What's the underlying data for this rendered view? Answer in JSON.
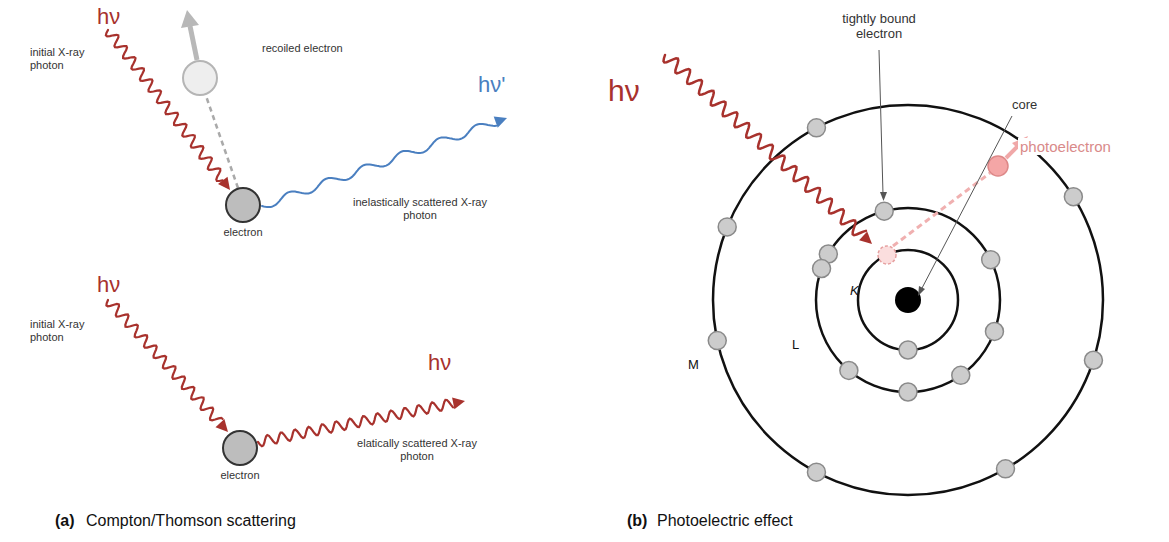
{
  "diagram": {
    "labels": [
      "hν",
      "initial X-ray photon",
      "recoiled electron",
      "hν'",
      "inelastically scattered X-ray photon",
      "electron",
      "hν",
      "initial X-ray photon",
      "hν",
      "elatically scattered X-ray photon",
      "electron",
      "hν",
      "tightly bound electron",
      "photoelectron",
      "core",
      "K",
      "L",
      "M",
      "(a)",
      "Compton/Thomson scattering",
      "(b)",
      "Photoelectric effect"
    ]
  }
}
